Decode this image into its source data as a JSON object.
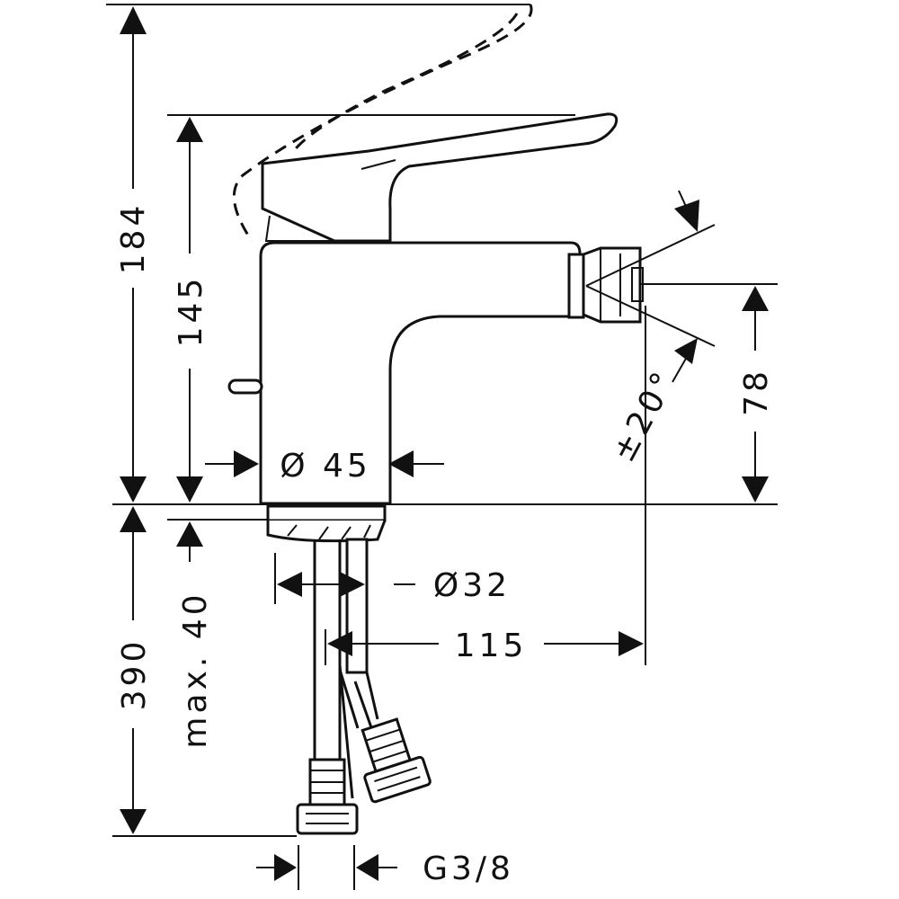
{
  "dimensions": {
    "overall_height": "184",
    "spout_height": "145",
    "body_diameter": "Ø 45",
    "swivel_angle": "±20°",
    "outlet_height": "78",
    "tail_diameter": "Ø32",
    "projection": "115",
    "max_thickness": "max. 40",
    "hose_length": "390",
    "thread": "G3/8"
  }
}
